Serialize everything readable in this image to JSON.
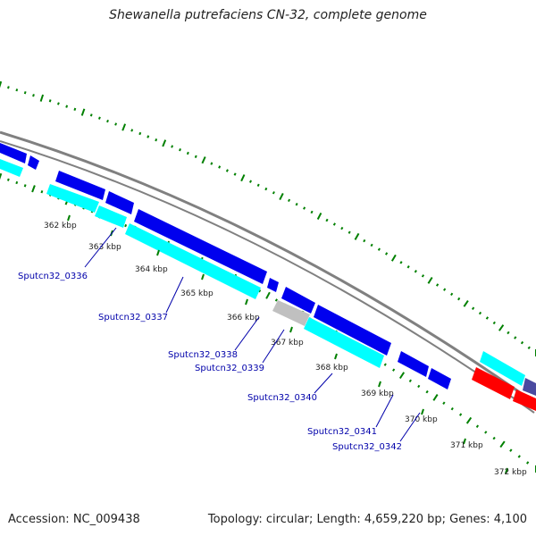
{
  "title": "Shewanella putrefaciens CN-32, complete genome",
  "footer": {
    "accession": "Accession: NC_009438",
    "summary": "Topology: circular; Length: 4,659,220 bp; Genes: 4,100"
  },
  "colors": {
    "backbone": "#808080",
    "cds_forward": "#0000ee",
    "gene": "#00ffff",
    "pseudo": "#c0c0c0",
    "rna": "#ff0000",
    "tick": "#008000",
    "label": "#0000aa"
  },
  "scale_labels": [
    "362 kbp",
    "363 kbp",
    "364 kbp",
    "365 kbp",
    "366 kbp",
    "367 kbp",
    "368 kbp",
    "369 kbp",
    "370 kbp",
    "371 kbp",
    "372 kbp"
  ],
  "gene_labels": [
    "Sputcn32_0336",
    "Sputcn32_0337",
    "Sputcn32_0338",
    "Sputcn32_0339",
    "Sputcn32_0340",
    "Sputcn32_0341",
    "Sputcn32_0342"
  ]
}
